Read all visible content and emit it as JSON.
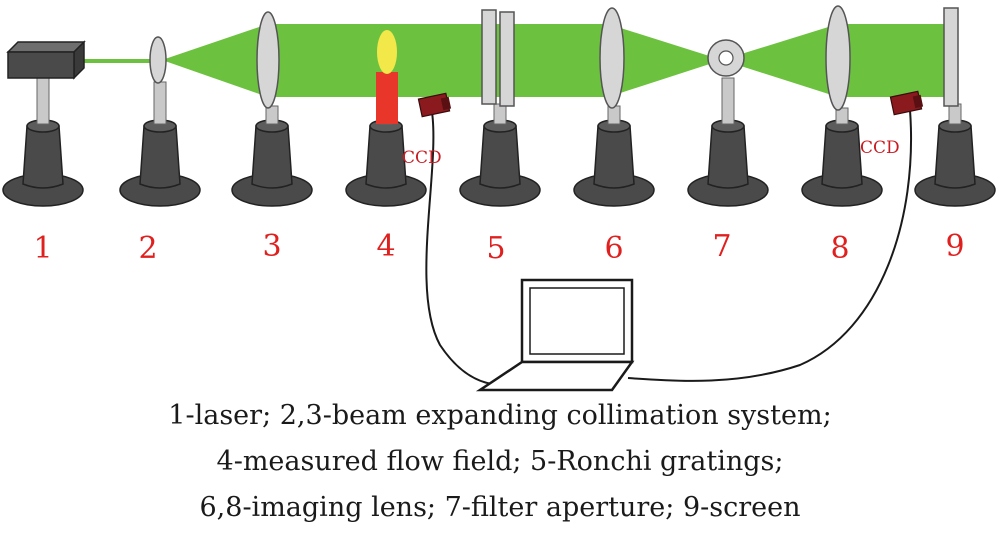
{
  "colors": {
    "beam": "#6cc23e",
    "lens": "#d6d6d6",
    "stand": "#4a4a4a",
    "number": "#e0201f",
    "flame": "#e8372a",
    "flame_tip": "#f2e84a",
    "camera": "#8a1a1e"
  },
  "stations": [
    {
      "number": "1",
      "component": "laser",
      "icon": "laser-box-icon"
    },
    {
      "number": "2",
      "component": "lens",
      "icon": "lens-icon"
    },
    {
      "number": "3",
      "component": "lens",
      "icon": "lens-icon"
    },
    {
      "number": "4",
      "component": "flow-field",
      "icon": "flame-icon"
    },
    {
      "number": "5",
      "component": "gratings",
      "icon": "grating-icon"
    },
    {
      "number": "6",
      "component": "lens",
      "icon": "lens-icon"
    },
    {
      "number": "7",
      "component": "aperture",
      "icon": "aperture-icon"
    },
    {
      "number": "8",
      "component": "lens",
      "icon": "lens-icon"
    },
    {
      "number": "9",
      "component": "screen",
      "icon": "screen-icon"
    }
  ],
  "cameras": [
    {
      "label": "CCD",
      "icon": "camera-icon"
    },
    {
      "label": "CCD",
      "icon": "camera-icon"
    }
  ],
  "computer": {
    "icon": "laptop-icon"
  },
  "caption": [
    "1-laser; 2,3-beam expanding collimation system;",
    "4-measured flow field; 5-Ronchi gratings;",
    "6,8-imaging lens; 7-filter aperture; 9-screen"
  ]
}
